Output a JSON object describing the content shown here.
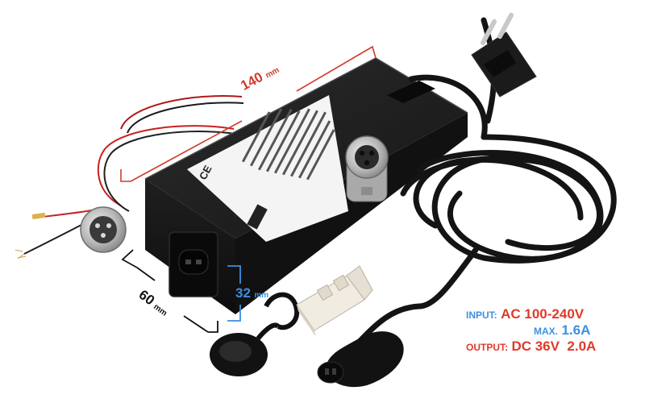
{
  "dimensions": {
    "length": {
      "value": "140",
      "unit": "mm",
      "color": "#d23b2b"
    },
    "width": {
      "value": "60",
      "unit": "mm",
      "color": "#111111"
    },
    "height": {
      "value": "32",
      "unit": "mm",
      "color": "#3d8fe0"
    }
  },
  "specs": {
    "input_key": "INPUT:",
    "input_value": "AC 100-240V",
    "max_key": "MAX.",
    "max_value": "1.6A",
    "output_key": "OUTPUT:",
    "output_value": "DC 36V  2.0A"
  },
  "product_label": {
    "ce_mark": "CE"
  },
  "colors": {
    "charger_body": "#1a1a1a",
    "accent_blue": "#3d8fe0",
    "accent_red": "#e03a2a"
  }
}
